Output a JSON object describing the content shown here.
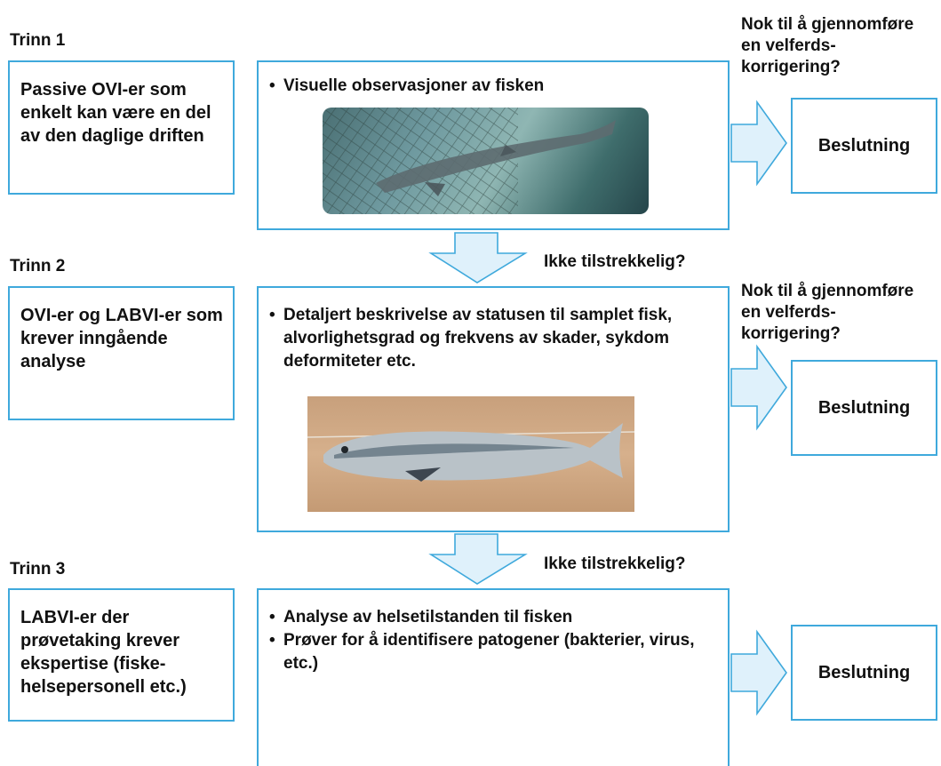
{
  "stages": [
    {
      "label": "Trinn 1",
      "description": "Passive OVI-er som enkelt kan være en del av den daglige driften",
      "bullets": [
        "Visuelle observasjoner av fisken"
      ],
      "question": "Nok til å gjennomføre en velferds-korrigering?",
      "decision": "Beslutning",
      "photo": "fish-in-net-cage"
    },
    {
      "label": "Trinn 2",
      "description": "OVI-er og LABVI-er som krever inngående analyse",
      "bullets": [
        "Detaljert beskrivelse av statusen til samplet fisk, alvorlighetsgrad og frekvens av skader, sykdom deformiteter etc."
      ],
      "question": "Nok til å gjennomføre en velferds-korrigering?",
      "decision": "Beslutning",
      "photo": "sampled-salmon"
    },
    {
      "label": "Trinn 3",
      "description": "LABVI-er der prøvetaking krever ekspertise (fiske-helsepersonell etc.)",
      "bullets": [
        "Analyse av helsetilstanden til fisken",
        "Prøver for å identifisere patogener (bakterier, virus, etc.)"
      ],
      "decision": "Beslutning"
    }
  ],
  "not_enough": [
    "Ikke tilstrekkelig?",
    "Ikke tilstrekkelig?"
  ],
  "colors": {
    "border": "#3fa9dc",
    "arrow_fill": "#dff1fb"
  },
  "dot": "•"
}
